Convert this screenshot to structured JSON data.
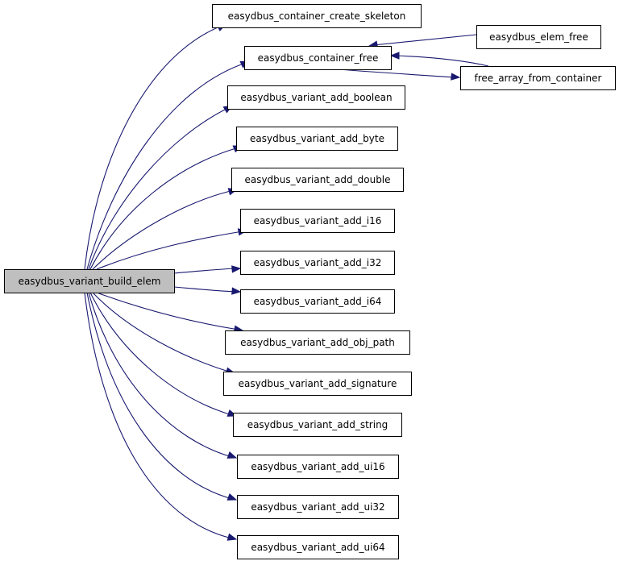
{
  "graph": {
    "root": {
      "id": "build_elem",
      "label": "easydbus_variant_build_elem"
    },
    "nodes": [
      {
        "id": "create_skeleton",
        "label": "easydbus_container_create_skeleton"
      },
      {
        "id": "container_free",
        "label": "easydbus_container_free"
      },
      {
        "id": "elem_free",
        "label": "easydbus_elem_free"
      },
      {
        "id": "free_array",
        "label": "free_array_from_container"
      },
      {
        "id": "add_boolean",
        "label": "easydbus_variant_add_boolean"
      },
      {
        "id": "add_byte",
        "label": "easydbus_variant_add_byte"
      },
      {
        "id": "add_double",
        "label": "easydbus_variant_add_double"
      },
      {
        "id": "add_i16",
        "label": "easydbus_variant_add_i16"
      },
      {
        "id": "add_i32",
        "label": "easydbus_variant_add_i32"
      },
      {
        "id": "add_i64",
        "label": "easydbus_variant_add_i64"
      },
      {
        "id": "add_obj_path",
        "label": "easydbus_variant_add_obj_path"
      },
      {
        "id": "add_signature",
        "label": "easydbus_variant_add_signature"
      },
      {
        "id": "add_string",
        "label": "easydbus_variant_add_string"
      },
      {
        "id": "add_ui16",
        "label": "easydbus_variant_add_ui16"
      },
      {
        "id": "add_ui32",
        "label": "easydbus_variant_add_ui32"
      },
      {
        "id": "add_ui64",
        "label": "easydbus_variant_add_ui64"
      }
    ],
    "edges": [
      {
        "from": "build_elem",
        "to": "create_skeleton"
      },
      {
        "from": "build_elem",
        "to": "container_free"
      },
      {
        "from": "build_elem",
        "to": "add_boolean"
      },
      {
        "from": "build_elem",
        "to": "add_byte"
      },
      {
        "from": "build_elem",
        "to": "add_double"
      },
      {
        "from": "build_elem",
        "to": "add_i16"
      },
      {
        "from": "build_elem",
        "to": "add_i32"
      },
      {
        "from": "build_elem",
        "to": "add_i64"
      },
      {
        "from": "build_elem",
        "to": "add_obj_path"
      },
      {
        "from": "build_elem",
        "to": "add_signature"
      },
      {
        "from": "build_elem",
        "to": "add_string"
      },
      {
        "from": "build_elem",
        "to": "add_ui16"
      },
      {
        "from": "build_elem",
        "to": "add_ui32"
      },
      {
        "from": "build_elem",
        "to": "add_ui64"
      },
      {
        "from": "container_free",
        "to": "free_array"
      },
      {
        "from": "elem_free",
        "to": "container_free"
      },
      {
        "from": "free_array",
        "to": "container_free"
      }
    ],
    "colors": {
      "edge": "#191970",
      "root_fill": "#bfbfbf",
      "node_fill": "#ffffff",
      "border": "#000000"
    }
  }
}
